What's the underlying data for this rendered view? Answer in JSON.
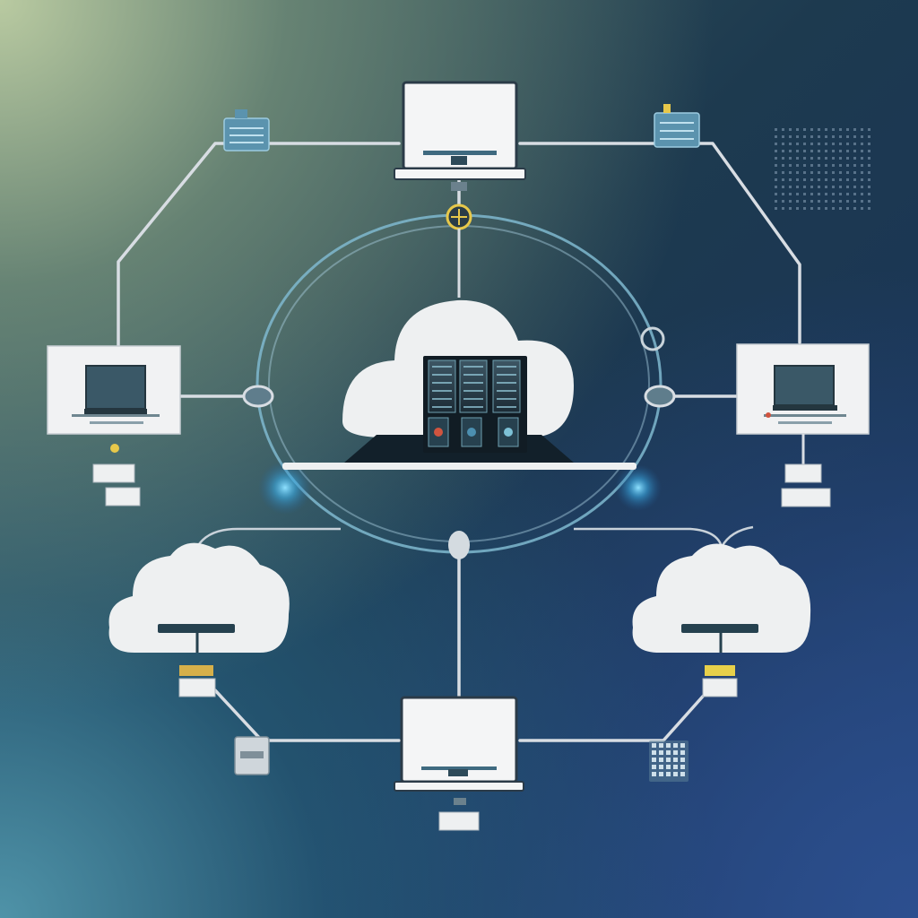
{
  "diagram": {
    "type": "cloud-network-topology",
    "hub": {
      "icon": "cloud-server-icon",
      "rack_units": 3
    },
    "nodes": [
      {
        "id": "top",
        "icon": "laptop-icon"
      },
      {
        "id": "left",
        "icon": "laptop-icon"
      },
      {
        "id": "right",
        "icon": "laptop-icon"
      },
      {
        "id": "bottom",
        "icon": "laptop-icon"
      },
      {
        "id": "cloud-left",
        "icon": "cloud-icon"
      },
      {
        "id": "cloud-right",
        "icon": "cloud-icon"
      }
    ],
    "colors": {
      "link": "#d8dde3",
      "ring": "#7fb8cf",
      "glow": "#4fb4e8",
      "accent_yellow": "#e7c84a",
      "server_dark": "#1c2b35"
    }
  }
}
